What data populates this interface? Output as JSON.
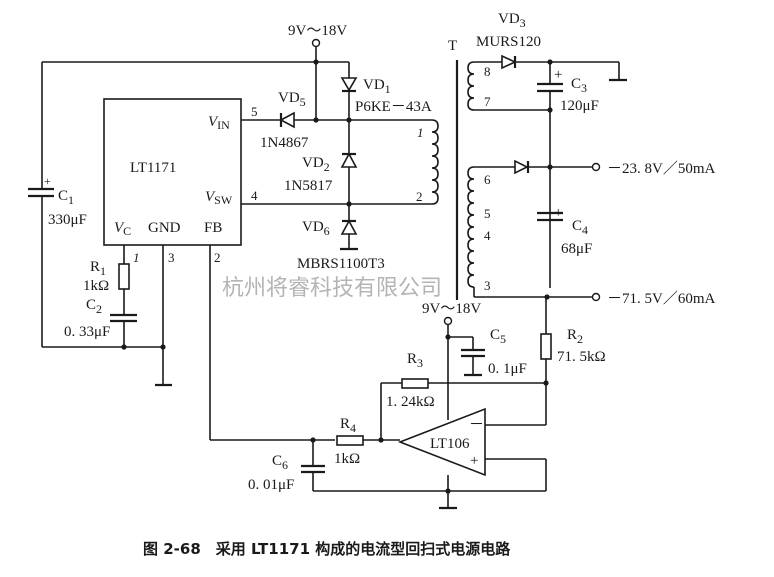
{
  "diagram": {
    "supply_top": "9V～18V",
    "supply_opamp": "9V～18V",
    "ic": {
      "name": "LT1171",
      "pins": {
        "vin": "V",
        "vin_sub": "IN",
        "vin_num": "5",
        "vsw": "V",
        "vsw_sub": "SW",
        "vsw_num": "4",
        "vc": "V",
        "vc_sub": "C",
        "vc_num": "1",
        "gnd": "GND",
        "gnd_num": "3",
        "fb": "FB",
        "fb_num": "2"
      }
    },
    "transformer": {
      "name": "T",
      "windings": [
        "1",
        "2",
        "8",
        "7",
        "6",
        "5",
        "4",
        "3"
      ]
    },
    "components": {
      "C1": {
        "ref": "C",
        "sub": "1",
        "value": "330μF",
        "polarity": "+"
      },
      "C2": {
        "ref": "C",
        "sub": "2",
        "value": "0. 33μF"
      },
      "C3": {
        "ref": "C",
        "sub": "3",
        "value": "120μF",
        "polarity": "+"
      },
      "C4": {
        "ref": "C",
        "sub": "4",
        "value": "68μF",
        "polarity": "+"
      },
      "C5": {
        "ref": "C",
        "sub": "5",
        "value": "0. 1μF"
      },
      "C6": {
        "ref": "C",
        "sub": "6",
        "value": "0. 01μF"
      },
      "R1": {
        "ref": "R",
        "sub": "1",
        "value": "1kΩ"
      },
      "R2": {
        "ref": "R",
        "sub": "2",
        "value": "71. 5kΩ"
      },
      "R3": {
        "ref": "R",
        "sub": "3",
        "value": "1. 24kΩ"
      },
      "R4": {
        "ref": "R",
        "sub": "4",
        "value": "1kΩ"
      },
      "VD1": {
        "ref": "VD",
        "sub": "1",
        "part": "P6KE－43A"
      },
      "VD2": {
        "ref": "VD",
        "sub": "2",
        "part": "1N5817"
      },
      "VD3": {
        "ref": "VD",
        "sub": "3",
        "part": "MURS120"
      },
      "VD5": {
        "ref": "VD",
        "sub": "5",
        "part": "1N4867"
      },
      "VD6": {
        "ref": "VD",
        "sub": "6",
        "part": "MBRS1100T3"
      },
      "opamp": {
        "name": "LT106",
        "minus": "－",
        "plus": "+"
      }
    },
    "outputs": {
      "out1": "－23. 8V／50mA",
      "out2": "－71. 5V／60mA"
    },
    "watermark": "杭州将睿科技有限公司",
    "caption": "图 2-68　采用 LT1171 构成的电流型回扫式电源电路"
  }
}
